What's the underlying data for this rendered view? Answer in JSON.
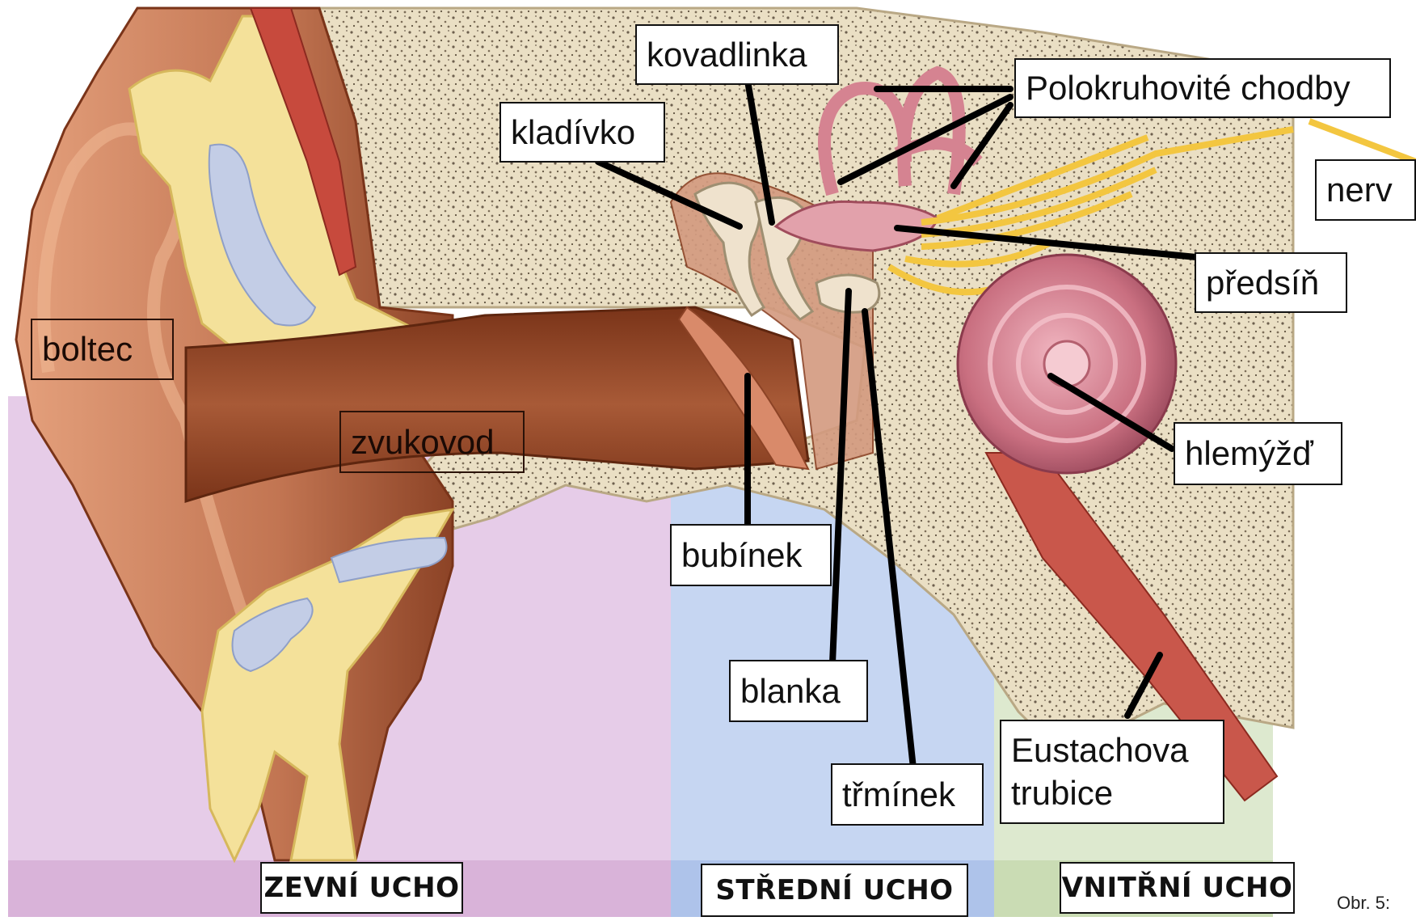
{
  "labels": {
    "kovadlinka": "kovadlinka",
    "kladivko": "kladívko",
    "polokruhovite_chodby": "Polokruhovité chodby",
    "nerv": "nerv",
    "predsin": "předsíň",
    "boltec": "boltec",
    "zvukovod": "zvukovod",
    "hlemyzd": "hlemýžď",
    "bubinek": "bubínek",
    "blanka": "blanka",
    "eustachova_line1": "Eustachova",
    "eustachova_line2": "trubice",
    "triminek": "třmínek"
  },
  "sections": {
    "outer_ear": "ZEVNÍ UCHO",
    "middle_ear": "STŘEDNÍ UCHO",
    "inner_ear": "VNITŘNÍ UCHO"
  },
  "figure_number": "Obr. 5:",
  "colors": {
    "outer_ear_zone": "#e6cce8",
    "outer_ear_strip": "#d9b3d9",
    "middle_ear_zone": "#c6d6f2",
    "middle_ear_strip": "#aec3ea",
    "inner_ear_zone": "#dde9cf",
    "inner_ear_strip": "#cadcb4",
    "skin": "#c77b55",
    "skin_dark": "#8a3f22",
    "cartilage": "#f4e19a",
    "bone": "#e7dbc1",
    "cochlea": "#c36d7b",
    "nerve": "#f3c640"
  }
}
